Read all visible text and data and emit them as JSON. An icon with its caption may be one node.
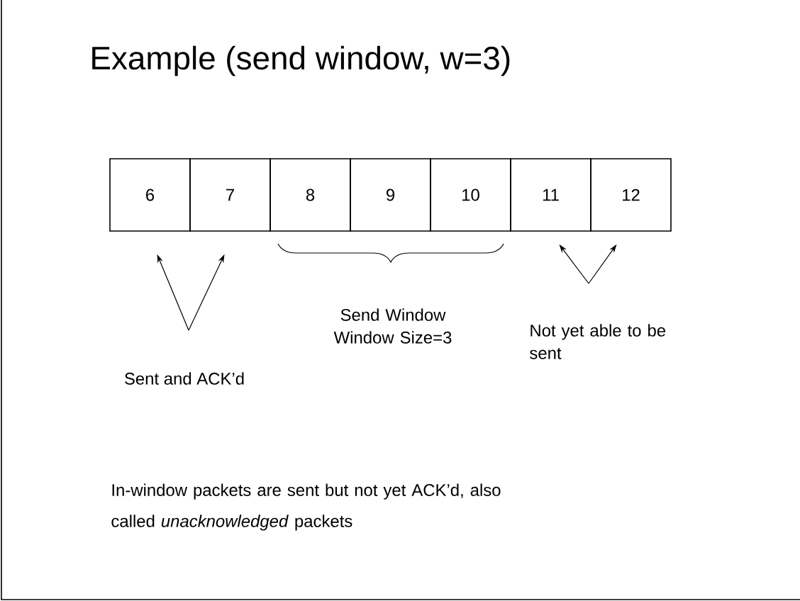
{
  "diagram": {
    "title": "Example (send window, w=3)",
    "nodes": [
      {
        "text": [
          "6"
        ]
      },
      {
        "text": [
          "7"
        ]
      },
      {
        "text": [
          "8"
        ]
      },
      {
        "text": [
          "9"
        ]
      },
      {
        "text": [
          "10"
        ]
      },
      {
        "text": [
          "11"
        ]
      },
      {
        "text": [
          "12"
        ]
      },
      {
        "text": [
          "Sent and ACK’d"
        ]
      },
      {
        "text": [
          "Not yet able to be sent"
        ]
      }
    ],
    "edges": [
      {
        "from": 7,
        "to": 0,
        "arrow": "to"
      },
      {
        "from": 7,
        "to": 1,
        "arrow": "to"
      },
      {
        "from": 8,
        "to": 5,
        "arrow": "to"
      },
      {
        "from": 8,
        "to": 6,
        "arrow": "to"
      }
    ],
    "labels": [
      "Send Window Window Size=3",
      "In-window packets are sent but not yet ACK’d, also called *unacknowledged* packets"
    ]
  }
}
